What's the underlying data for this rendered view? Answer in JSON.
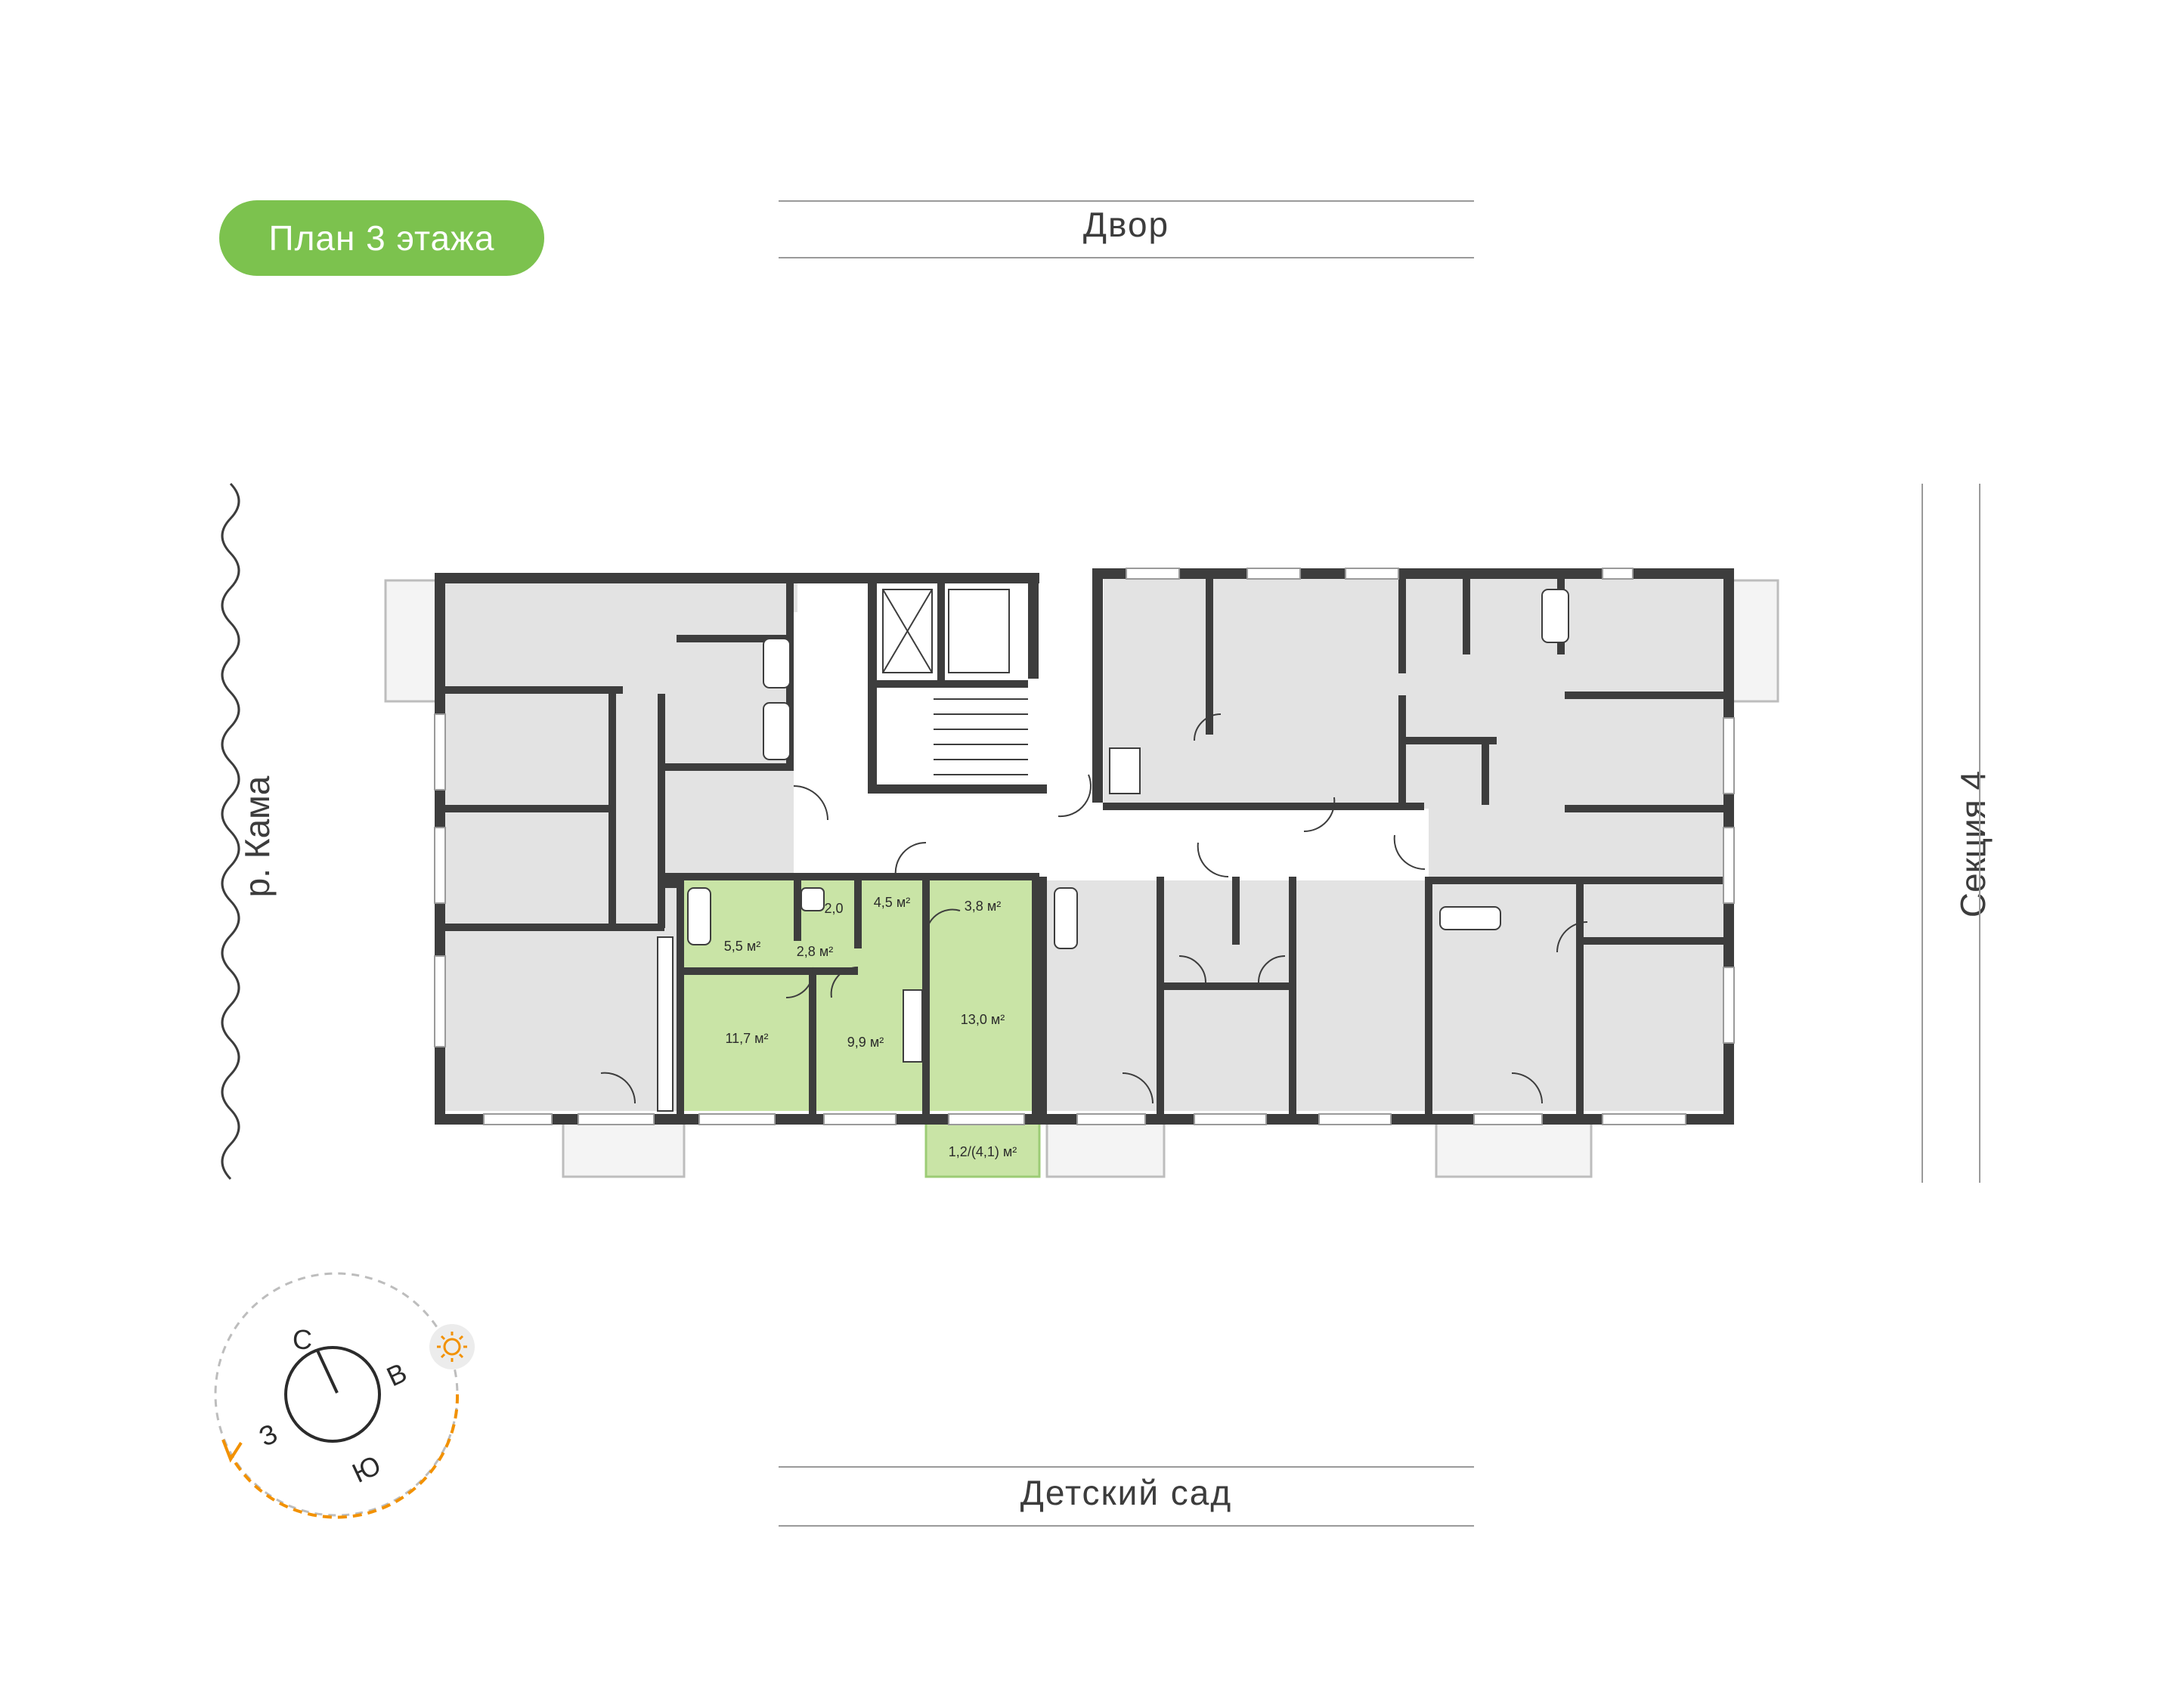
{
  "badge": {
    "label": "План 3 этажа",
    "color": "#7cc24e"
  },
  "streets": {
    "top": "Двор",
    "bottom": "Детский сад",
    "left": "р. Кама",
    "right": "Секция 4"
  },
  "apartment": {
    "highlight_color": "#c9e4a6",
    "rooms": [
      {
        "label": "5,5 м²"
      },
      {
        "label": "2,0"
      },
      {
        "label": "4,5 м²"
      },
      {
        "label": "3,8 м²"
      },
      {
        "label": "2,8 м²"
      },
      {
        "label": "11,7 м²"
      },
      {
        "label": "9,9 м²"
      },
      {
        "label": "13,0 м²"
      },
      {
        "label": "1,2/(4,1) м²"
      }
    ]
  },
  "compass": {
    "north": "С",
    "east": "В",
    "south": "Ю",
    "west": "З",
    "sun_icon": "sun-icon",
    "sun_color": "#f29100"
  },
  "colors": {
    "room_fill": "#e3e3e3",
    "wall": "#3d3d3d"
  }
}
